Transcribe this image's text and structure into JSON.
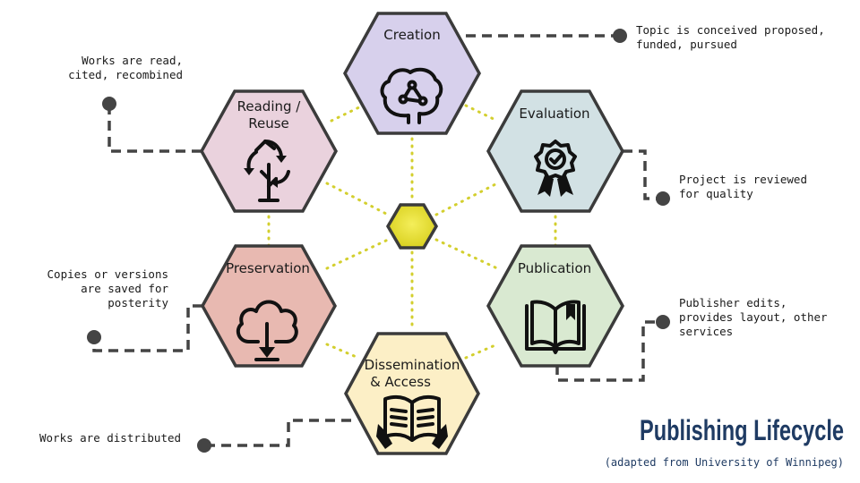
{
  "title": "Publishing Lifecycle",
  "subtitle": "(adapted from University of Winnipeg)",
  "colors": {
    "creation": "#d7d0ec",
    "evaluation": "#d2e1e4",
    "publication": "#d9e9d1",
    "dissemination": "#fcefc6",
    "preservation": "#e8b9b1",
    "reading": "#ead2dd",
    "center": "#e6dd2a",
    "title": "#1f3b63"
  },
  "stages": {
    "creation": {
      "label": "Creation",
      "icon": "brain-network-icon",
      "note": [
        "Topic is conceived proposed,",
        "funded, pursued"
      ]
    },
    "evaluation": {
      "label": "Evaluation",
      "icon": "award-ribbon-icon",
      "note": [
        "Project is reviewed",
        "for quality"
      ]
    },
    "publication": {
      "label": "Publication",
      "icon": "open-book-icon",
      "note": [
        "Publisher edits,",
        "provides layout, other",
        "services"
      ]
    },
    "dissemination": {
      "label": [
        "Dissemination",
        "& Access"
      ],
      "icon": "reading-person-icon",
      "note": [
        "Works are distributed"
      ]
    },
    "preservation": {
      "label": "Preservation",
      "icon": "cloud-download-icon",
      "note": [
        "Copies or versions",
        "are saved for",
        "posterity"
      ]
    },
    "reading": {
      "label": [
        "Reading /",
        "Reuse"
      ],
      "icon": "recycle-tree-icon",
      "note": [
        "Works are read,",
        "cited, recombined"
      ]
    }
  }
}
